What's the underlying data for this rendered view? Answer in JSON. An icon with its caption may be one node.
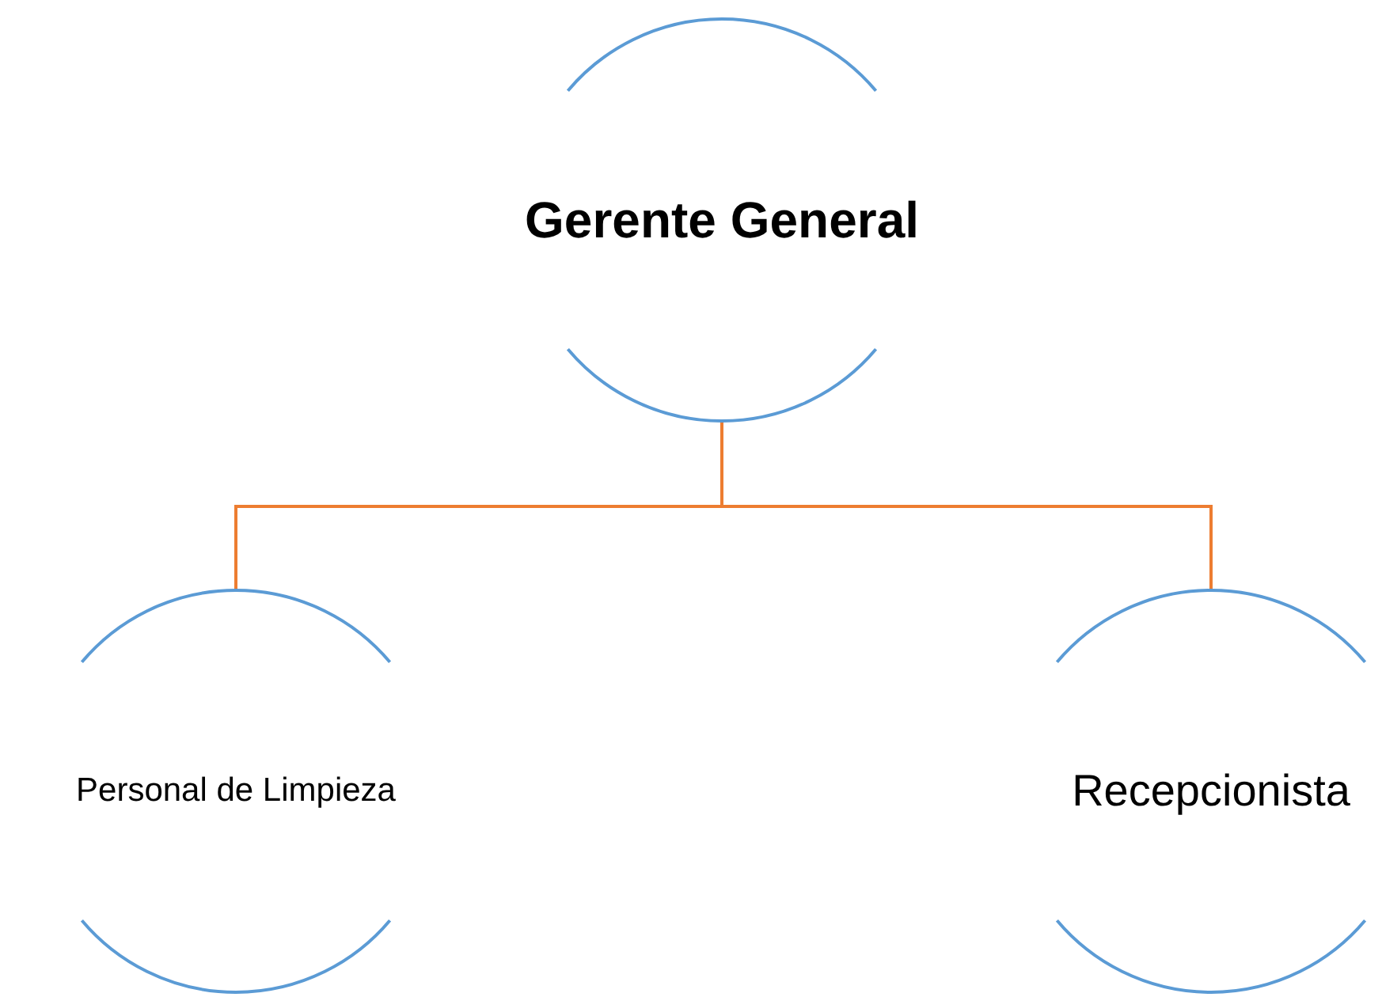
{
  "diagram": {
    "nodes": [
      {
        "text": [
          "Gerente General"
        ]
      },
      {
        "text": [
          "Personal de Limpieza"
        ]
      },
      {
        "text": [
          "Recepcionista"
        ]
      }
    ],
    "edges": [
      {
        "from": 0,
        "to": 1,
        "arrow": "none"
      },
      {
        "from": 0,
        "to": 2,
        "arrow": "none"
      }
    ]
  }
}
